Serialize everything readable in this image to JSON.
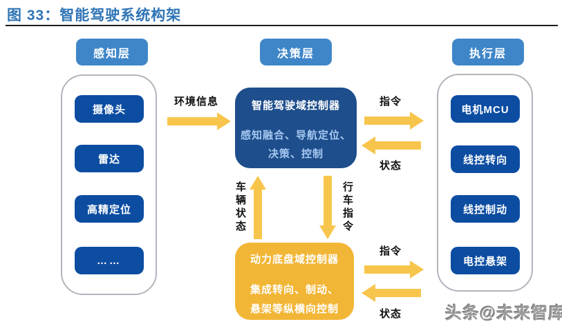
{
  "title": "图 33：智能驾驶系统构架",
  "layers": {
    "perception": "感知层",
    "decision": "决策层",
    "execution": "执行层"
  },
  "perception_items": [
    "摄像头",
    "雷达",
    "高精定位",
    "……"
  ],
  "decision_box": {
    "title": "智能驾驶域控制器",
    "line1": "感知融合、导航定位、",
    "line2": "决策、控制"
  },
  "chassis_box": {
    "title": "动力底盘域控制器",
    "line1": "集成转向、制动、",
    "line2": "悬架等纵横向控制"
  },
  "execution_items": [
    "电机MCU",
    "线控转向",
    "线控制动",
    "电控悬架"
  ],
  "arrow_labels": {
    "env_info": "环境信息",
    "cmd_top": "指令",
    "status_top": "状态",
    "vehicle_status": "车辆状态",
    "drive_cmd": "行车指令",
    "cmd_bottom": "指令",
    "status_bottom": "状态"
  },
  "watermark": "头条@未来智库",
  "colors": {
    "header-blue": "#3E86C8",
    "box-blue": "#0C4DA2",
    "navy": "#1E4E8C",
    "gold": "#F2B636",
    "arrow": "#F8C54C",
    "lightblue-text": "#A6C8F0",
    "title-blue": "#2E74B5"
  }
}
